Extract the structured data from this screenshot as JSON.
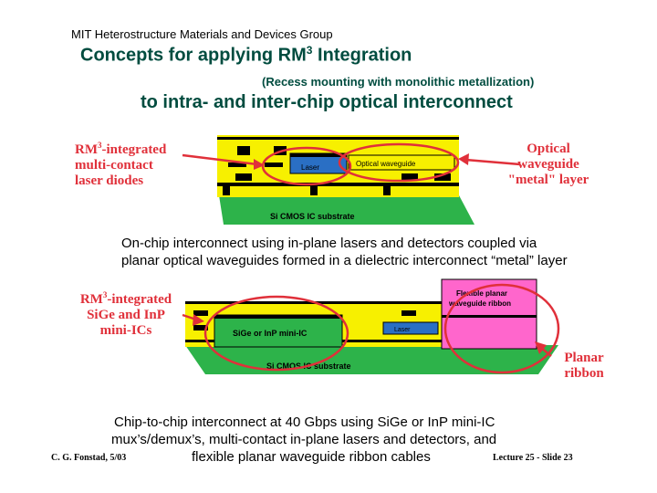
{
  "header": {
    "group": "MIT Heterostructure Materials and Devices Group",
    "title_main": "Concepts for applying RM",
    "title_sup": "3",
    "title_tail": " Integration",
    "subtitle": "(Recess mounting with monolithic metallization)",
    "title_line2": "to intra- and inter-chip optical interconnect"
  },
  "diagram_top": {
    "label_left": {
      "line1_a": "RM",
      "line1_sup": "3",
      "line1_b": "-integrated",
      "line2": "multi-contact",
      "line3": "laser diodes"
    },
    "label_right": {
      "line1": "Optical",
      "line2": "waveguide",
      "line3": "\"metal\" layer"
    },
    "laser_text": "Laser",
    "waveguide_text": "Optical waveguide",
    "substrate_text": "Si CMOS IC substrate",
    "caption_line1": "On-chip interconnect using in-plane lasers and detectors coupled via",
    "caption_line2": "planar optical waveguides formed in a dielectric interconnect “metal” layer"
  },
  "diagram_bottom": {
    "label_left": {
      "line1_a": "RM",
      "line1_sup": "3",
      "line1_b": "-integrated",
      "line2": "SiGe and InP",
      "line3": "mini-ICs"
    },
    "label_right": {
      "line1": "Planar",
      "line2": "ribbon"
    },
    "miniic_text": "SiGe or InP mini-IC",
    "laser_text": "Laser",
    "ribbon_line1": "Flexible planar",
    "ribbon_line2": "waveguide ribbon",
    "substrate_text": "Si CMOS IC substrate",
    "caption_line1": "Chip-to-chip interconnect at 40 Gbps using SiGe or InP mini-IC",
    "caption_line2": "mux’s/demux’s, multi-contact in-plane lasers and detectors, and",
    "caption_line3": "flexible planar waveguide ribbon cables"
  },
  "footer": {
    "author": "C. G. Fonstad, 5/03",
    "slide": "Lecture 25 - Slide 23"
  },
  "colors": {
    "accent_red": "#e0303a",
    "title_green": "#004c3f",
    "substrate_green": "#2db34a",
    "dielectric_yellow": "#f7f000",
    "device_blue": "#2a6fc4",
    "ribbon_pink": "#ff66cc"
  }
}
